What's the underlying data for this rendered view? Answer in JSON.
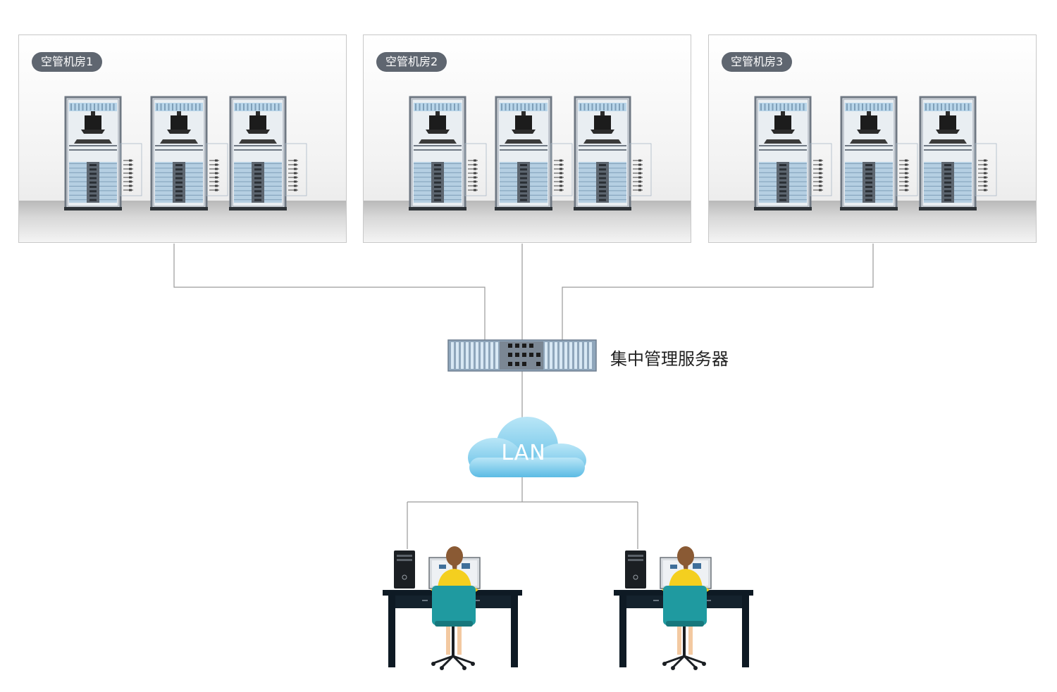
{
  "rooms": [
    {
      "label": "空管机房1"
    },
    {
      "label": "空管机房2"
    },
    {
      "label": "空管机房3"
    }
  ],
  "server": {
    "label": "集中管理服务器"
  },
  "network": {
    "label": "LAN"
  },
  "colors": {
    "room_badge": "#5f6670",
    "link_line": "#9a9a9a",
    "cloud": "#7fcbe9",
    "rack_frame": "#6f7883",
    "shirt": "#f4cf1f",
    "chair": "#1f9aa0",
    "desk": "#0e1a24"
  }
}
